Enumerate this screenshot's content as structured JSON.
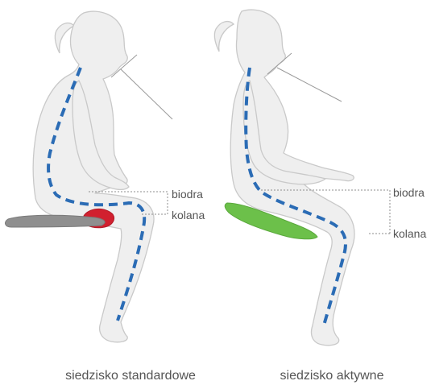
{
  "labels": {
    "hips": "biodra",
    "knees": "kolana"
  },
  "captions": {
    "standard": "siedzisko standardowe",
    "active": "siedzisko aktywne"
  },
  "colors": {
    "spine": "#2b6cb5",
    "body_fill": "#efefef",
    "body_stroke": "#c9c9c9",
    "standard_seat": "#8f8f8f",
    "pressure_spot": "#d1202f",
    "active_seat": "#6cc04a",
    "text": "#555555"
  }
}
